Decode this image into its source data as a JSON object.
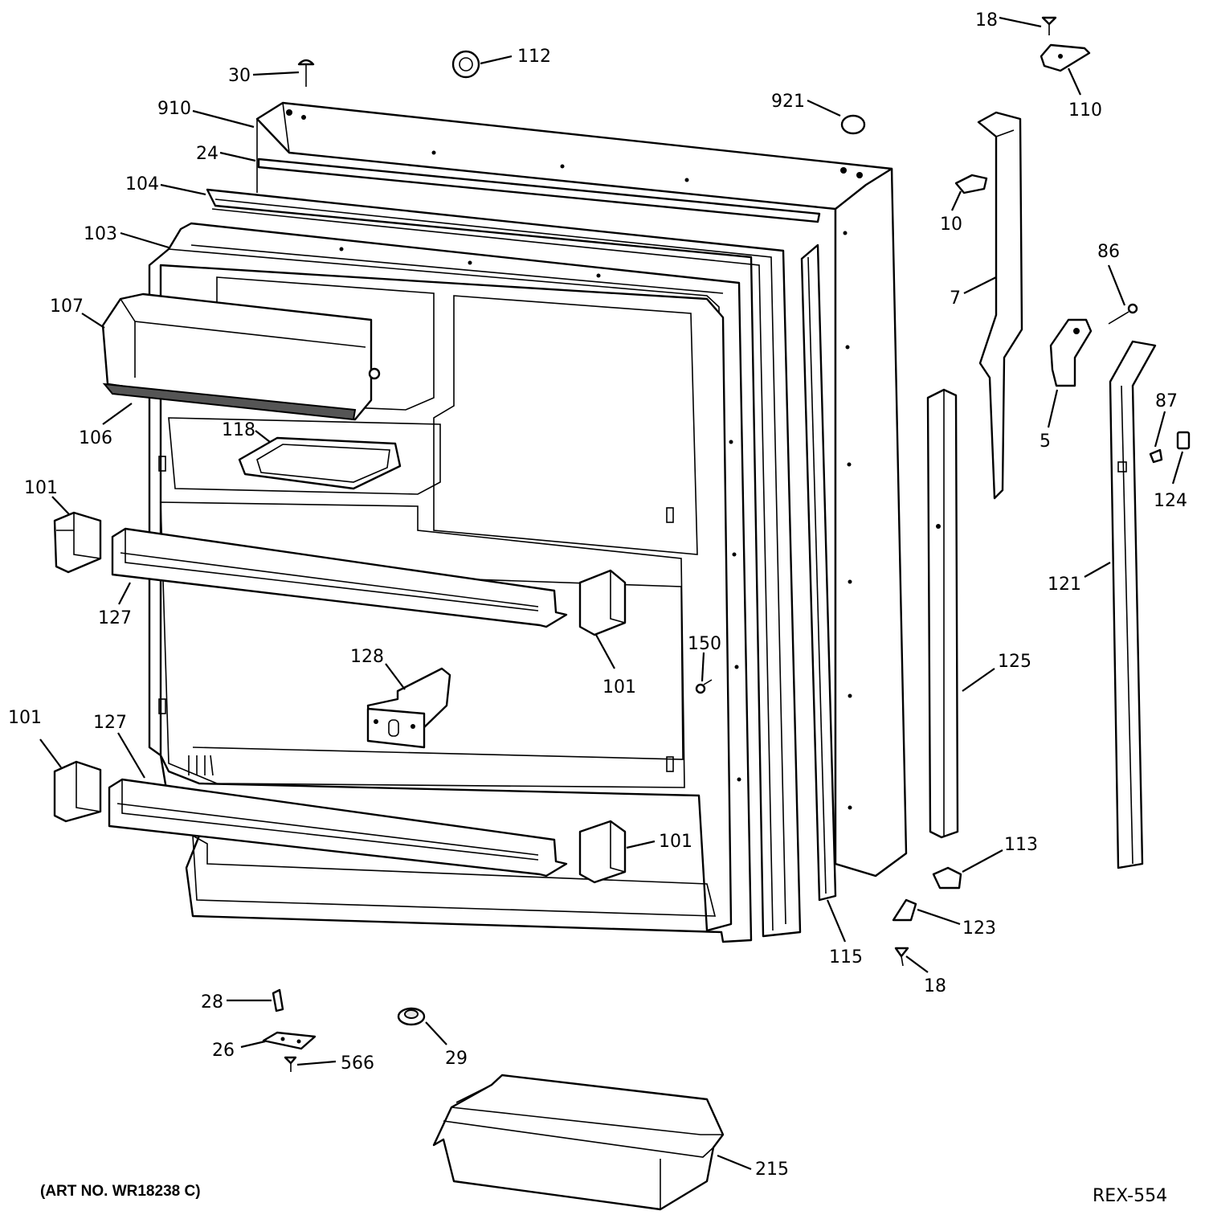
{
  "footer": {
    "art_number": "(ART NO. WR18238 C)",
    "drawing_code": "REX-554"
  },
  "callouts": {
    "p18_top": "18",
    "p110": "110",
    "p112": "112",
    "p30": "30",
    "p910": "910",
    "p921": "921",
    "p24": "24",
    "p104": "104",
    "p103": "103",
    "p10": "10",
    "p7": "7",
    "p86": "86",
    "p107": "107",
    "p106": "106",
    "p118": "118",
    "p5": "5",
    "p87": "87",
    "p124": "124",
    "p101_a": "101",
    "p127_a": "127",
    "p121": "121",
    "p101_b": "101",
    "p150": "150",
    "p128": "128",
    "p125": "125",
    "p101_c": "101",
    "p127_b": "127",
    "p101_d": "101",
    "p113": "113",
    "p123": "123",
    "p115": "115",
    "p18_bottom": "18",
    "p28": "28",
    "p26": "26",
    "p566": "566",
    "p29": "29",
    "p215": "215"
  }
}
